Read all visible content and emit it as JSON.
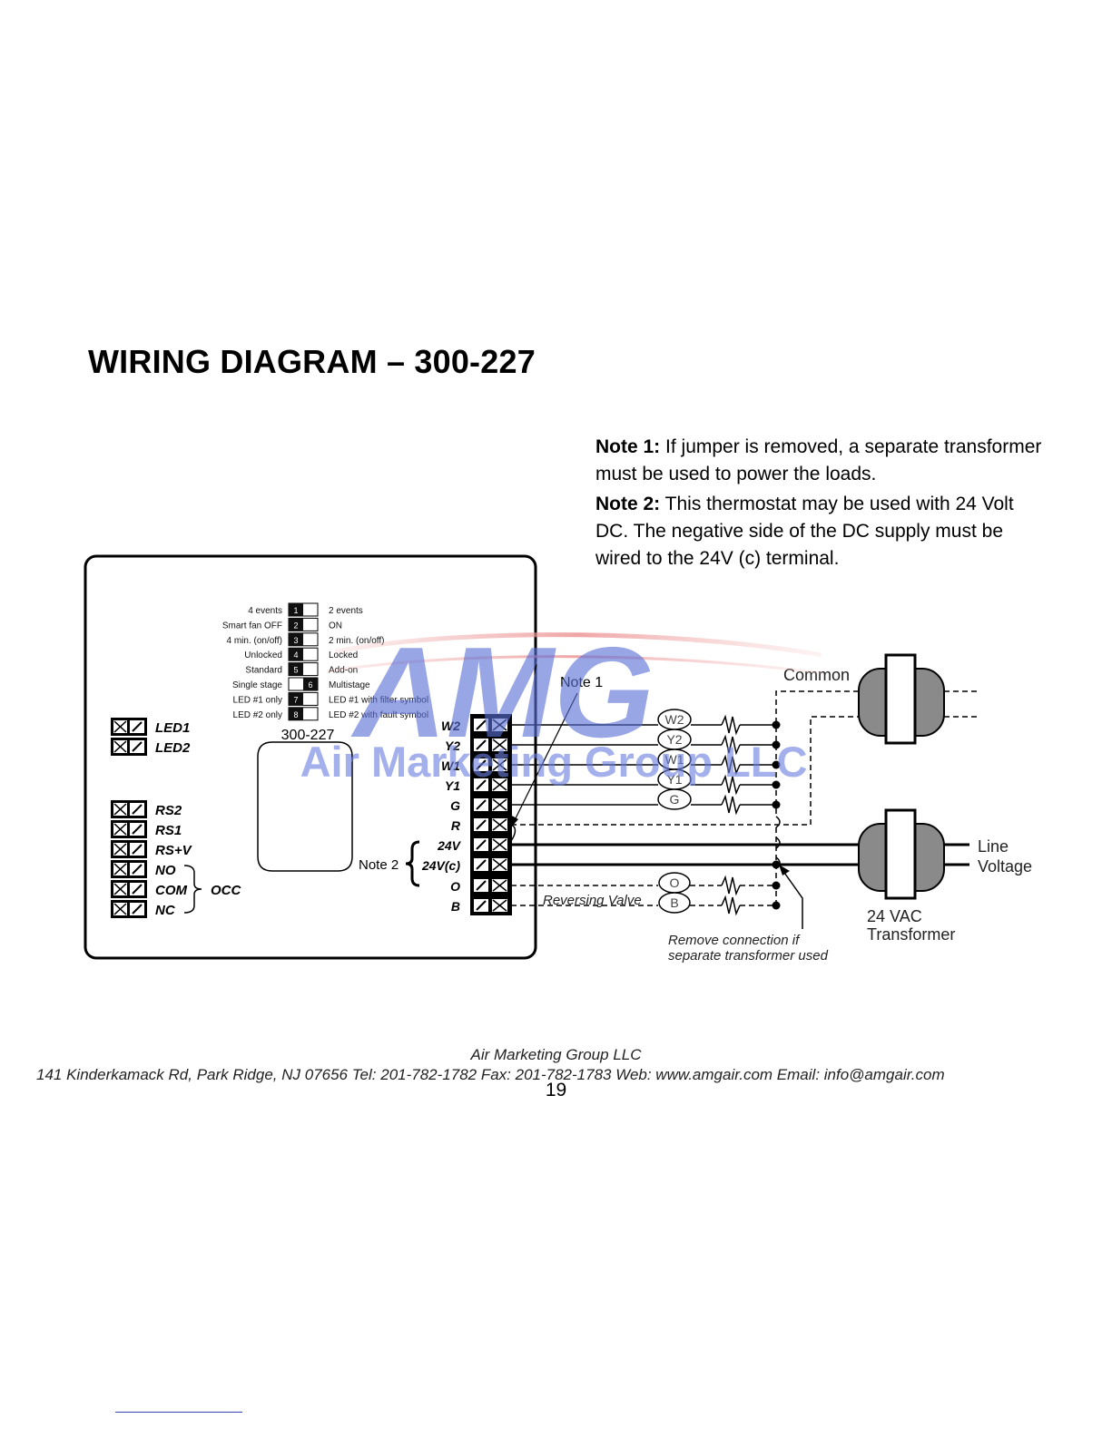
{
  "title": "WIRING DIAGRAM – 300-227",
  "notes": [
    {
      "label": "Note 1:",
      "text": "If jumper is removed, a separate transformer must be used to power the loads."
    },
    {
      "label": "Note 2:",
      "text": "This thermostat may be used with 24 Volt DC. The negative side of the DC supply must be wired to the 24V (c) terminal."
    }
  ],
  "dip_switches": [
    {
      "left": "4 events",
      "num": "1",
      "right": "2 events"
    },
    {
      "left": "Smart fan OFF",
      "num": "2",
      "right": "ON"
    },
    {
      "left": "4 min. (on/off)",
      "num": "3",
      "right": "2 min. (on/off)"
    },
    {
      "left": "Unlocked",
      "num": "4",
      "right": "Locked"
    },
    {
      "left": "Standard",
      "num": "5",
      "right": "Add-on"
    },
    {
      "left": "Single stage",
      "num": "6",
      "right": "Multistage"
    },
    {
      "left": "LED #1 only",
      "num": "7",
      "right": "LED #1 with filter symbol"
    },
    {
      "left": "LED #2 only",
      "num": "8",
      "right": "LED #2 with fault symbol"
    }
  ],
  "model_label": "300-227",
  "left_terminals": [
    "LED1",
    "LED2",
    "RS2",
    "RS1",
    "RS+V",
    "NO",
    "COM",
    "NC"
  ],
  "occ_label": "OCC",
  "right_terminals": [
    "W2",
    "Y2",
    "W1",
    "Y1",
    "G",
    "R",
    "24V",
    "24V(c)",
    "O",
    "B"
  ],
  "note2_label": "Note 2",
  "note1_label": "Note 1",
  "load_labels": [
    "W2",
    "Y2",
    "W1",
    "Y1",
    "G",
    "O",
    "B"
  ],
  "reversing_valve": "Reversing Valve",
  "remove_connection": [
    "Remove connection if",
    "separate transformer used"
  ],
  "common_label": "Common",
  "line_voltage": [
    "Line",
    "Voltage"
  ],
  "transformer_label": [
    "24 VAC",
    "Transformer"
  ],
  "watermark": {
    "logo": "AMG",
    "name": "Air Marketing Group LLC"
  },
  "footer": {
    "company": "Air Marketing Group LLC",
    "address": "141 Kinderkamack Rd, Park Ridge, NJ 07656  Tel: 201-782-1782  Fax: 201-782-1783 Web: www.amgair.com Email: info@amgair.com"
  },
  "page_number": "19"
}
